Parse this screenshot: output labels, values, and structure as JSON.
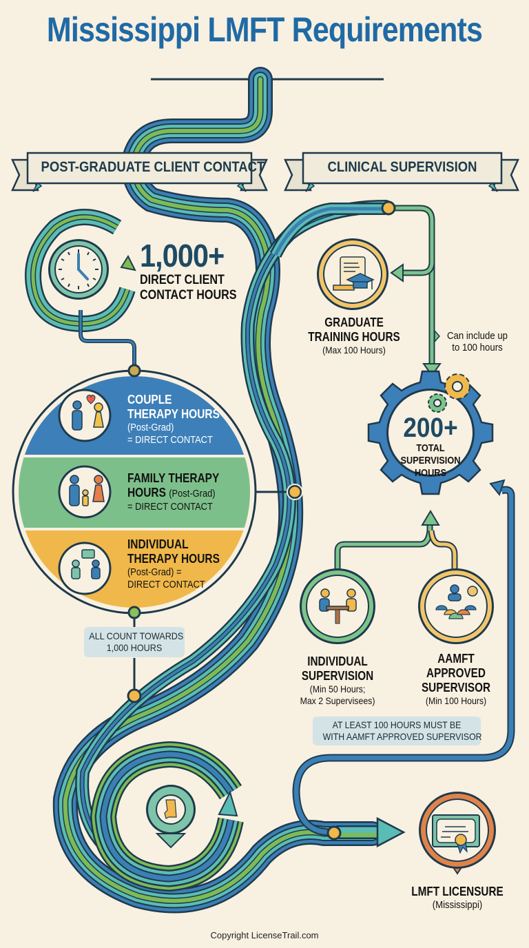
{
  "title": "Mississippi LMFT Requirements",
  "colors": {
    "background": "#f8f0e1",
    "title_blue": "#1f6aa5",
    "path_blue": "#3b7fb5",
    "path_teal": "#5bbcb5",
    "path_green": "#7dbb57",
    "outline": "#1e3a4c",
    "accent_yellow": "#f2b84b",
    "accent_orange": "#e0834a",
    "segment_blue": "#3d7fb8",
    "segment_green": "#7dbf8a",
    "segment_yellow": "#f0b84a",
    "note_bg": "#d4e3e6"
  },
  "banners": {
    "left": "POST-GRADUATE CLIENT CONTACT",
    "right": "CLINICAL SUPERVISION"
  },
  "client_contact": {
    "headline_number": "1,000+",
    "headline_line1": "DIRECT CLIENT",
    "headline_line2": "CONTACT HOURS",
    "icon": "clock-icon",
    "segments": [
      {
        "icon": "couple-icon",
        "title_line1": "COUPLE",
        "title_line2": "THERAPY HOURS",
        "sub_line1": "(Post-Grad)",
        "sub_line2": "= DIRECT CONTACT"
      },
      {
        "icon": "family-icon",
        "title_line1": "FAMILY THERAPY",
        "title_line2": "HOURS",
        "title_line2_suffix": "(Post-Grad)",
        "sub_line1": "= DIRECT CONTACT"
      },
      {
        "icon": "individual-therapy-icon",
        "title_line1": "INDIVIDUAL",
        "title_line2": "THERAPY HOURS",
        "sub_line1": "(Post-Grad) =",
        "sub_line2": "DIRECT CONTACT"
      }
    ],
    "note_line1": "ALL COUNT TOWARDS",
    "note_line2": "1,000 HOURS"
  },
  "supervision": {
    "graduate_training": {
      "icon": "diploma-graduation-cap-icon",
      "title_line1": "GRADUATE",
      "title_line2": "TRAINING HOURS",
      "sub": "(Max 100 Hours)"
    },
    "side_note_line1": "Can include up",
    "side_note_line2": "to 100 hours",
    "total": {
      "icon": "gear-icon",
      "number": "200+",
      "line1": "TOTAL",
      "line2": "SUPERVISION",
      "line3": "HOURS"
    },
    "individual": {
      "icon": "supervision-meeting-icon",
      "title_line1": "INDIVIDUAL",
      "title_line2": "SUPERVISION",
      "sub_line1": "(Min 50 Hours;",
      "sub_line2": "Max 2 Supervisees)"
    },
    "aamft": {
      "icon": "approved-supervisor-group-icon",
      "title_line1": "AAMFT",
      "title_line2": "APPROVED",
      "title_line3": "SUPERVISOR",
      "sub": "(Min 100 Hours)"
    },
    "note_line1": "AT LEAST 100 HOURS MUST BE",
    "note_line2": "WITH AAMFT APPROVED SUPERVISOR"
  },
  "licensure": {
    "icon": "certificate-icon",
    "start_icon": "mississippi-map-pin-icon",
    "title": "LMFT LICENSURE",
    "sub": "(Mississippi)"
  },
  "footer": {
    "copyright": "Copyright LicenseTrail.com"
  }
}
